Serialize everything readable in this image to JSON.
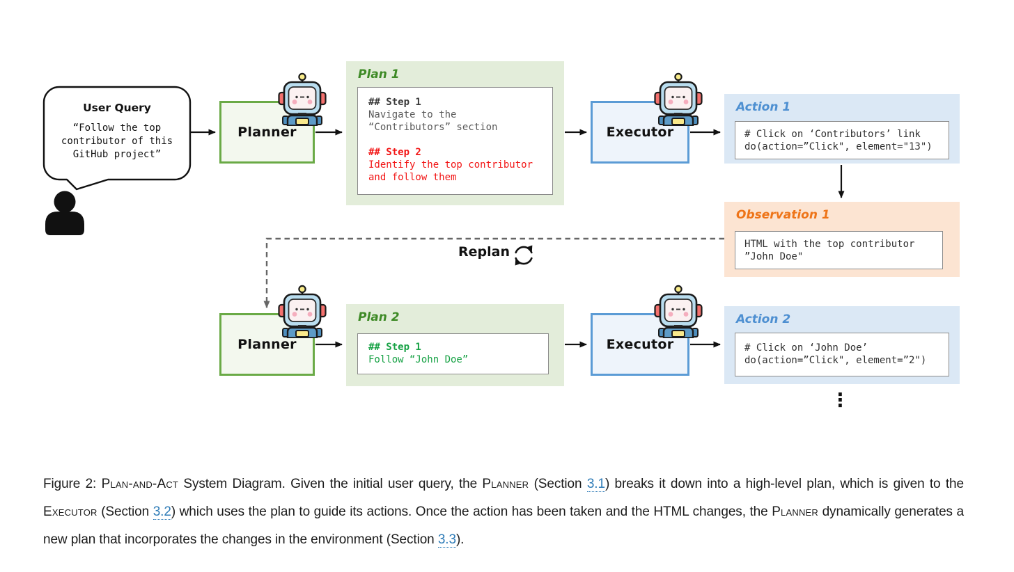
{
  "colors": {
    "planner_border": "#6aaa46",
    "planner_fill": "#f3f8ee",
    "executor_border": "#5b9bd5",
    "executor_fill": "#eef4fb",
    "plan_panel_bg": "#e3edda",
    "plan_title": "#3e8a26",
    "action_panel_bg": "#dbe8f5",
    "action_title": "#4d8fd1",
    "observation_panel_bg": "#fce4d2",
    "observation_title": "#ee7418",
    "code_red": "#f21515",
    "code_green": "#17a245",
    "code_gray": "#5a5a5a",
    "link_blue": "#2d7bb7",
    "replan_dash": "#666666"
  },
  "bubble": {
    "title": "User Query",
    "line1": "“Follow the top",
    "line2": "contributor of this",
    "line3": "GitHub project”"
  },
  "labels": {
    "planner": "Planner",
    "executor": "Executor",
    "replan": "Replan"
  },
  "plan1": {
    "title": "Plan 1",
    "step1_header": "## Step 1",
    "step1_line1": "Navigate to the",
    "step1_line2": "“Contributors” section",
    "step2_header": "## Step 2",
    "step2_line1": "Identify the top contributor",
    "step2_line2": "and follow them"
  },
  "action1": {
    "title": "Action 1",
    "code_line1": "# Click on ‘Contributors’ link",
    "code_line2": "do(action=”Click\", element=\"13\")"
  },
  "observation1": {
    "title": "Observation 1",
    "code_line1": "HTML with the top contributor",
    "code_line2": "”John Doe\""
  },
  "plan2": {
    "title": "Plan 2",
    "step1_header": "## Step 1",
    "step1_line1": "Follow “John Doe”"
  },
  "action2": {
    "title": "Action 2",
    "code_line1": "# Click on ‘John Doe’",
    "code_line2": "do(action=”Click\", element=”2\")"
  },
  "ellipsis": {
    "glyph": "⋮"
  },
  "caption": {
    "s0": "Figure 2: ",
    "s1": "Plan-and-Act",
    "s2": " System Diagram. Given the initial user query, the ",
    "s3": "Planner",
    "s4": " (Section ",
    "s5": "3.1",
    "s6": ") breaks it down into a high-level plan, which is given to the ",
    "s7": "Executor",
    "s8": " (Section ",
    "s9": "3.2",
    "s10": ") which uses the plan to guide its actions. Once the action has been taken and the HTML changes, the ",
    "s11": "Planner",
    "s12": " dynamically generates a new plan that incorporates the changes in the environment (Section ",
    "s13": "3.3",
    "s14": ")."
  }
}
